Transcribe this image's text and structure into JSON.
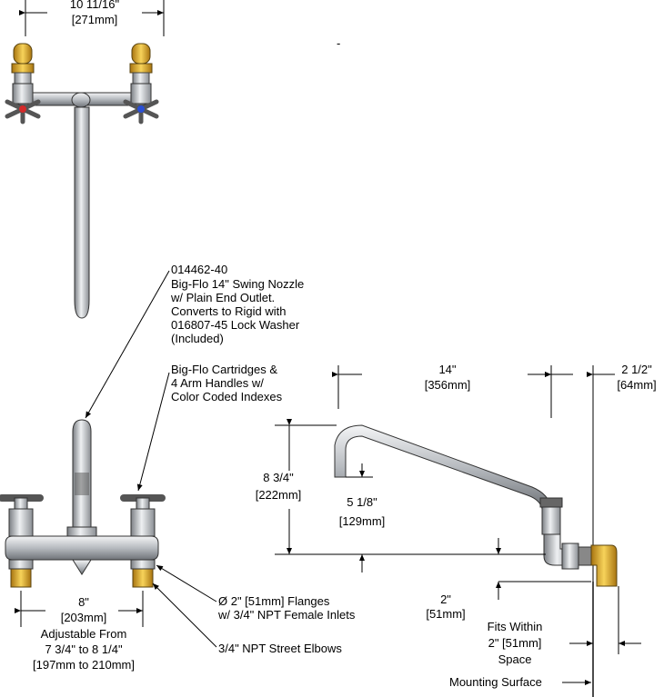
{
  "top_view": {
    "width_in": "10 11/16\"",
    "width_mm": "[271mm]"
  },
  "callouts": {
    "nozzle": {
      "part": "014462-40",
      "line1": "Big-Flo 14\" Swing Nozzle",
      "line2": "w/ Plain End Outlet.",
      "line3": "Converts to Rigid with",
      "line4": "016807-45 Lock Washer",
      "line5": "(Included)"
    },
    "cartridges": {
      "line1": "Big-Flo Cartridges &",
      "line2": "4 Arm Handles w/",
      "line3": "Color Coded Indexes"
    },
    "flanges": {
      "line1": "Ø 2\" [51mm] Flanges",
      "line2": "w/ 3/4\" NPT Female Inlets"
    },
    "elbows": {
      "line1": "3/4\" NPT Street Elbows"
    }
  },
  "front_view": {
    "center_in": "8\"",
    "center_mm": "[203mm]",
    "adjust1": "Adjustable From",
    "adjust2": "7 3/4\" to 8 1/4\"",
    "adjust3": "[197mm to 210mm]"
  },
  "side_view": {
    "reach_in": "14\"",
    "reach_mm": "[356mm]",
    "offset_in": "2 1/2\"",
    "offset_mm": "[64mm]",
    "height_in": "8 3/4\"",
    "height_mm": "[222mm]",
    "clear_in": "5 1/8\"",
    "clear_mm": "[129mm]",
    "inlet_in": "2\"",
    "inlet_mm": "[51mm]",
    "fits1": "Fits Within",
    "fits2": "2\" [51mm]",
    "fits3": "Space",
    "mount": "Mounting Surface"
  },
  "colors": {
    "hot": "#d42a2a",
    "cold": "#2a4fd4",
    "brass": "#d9a521",
    "chrome": "#c9ccd0"
  }
}
